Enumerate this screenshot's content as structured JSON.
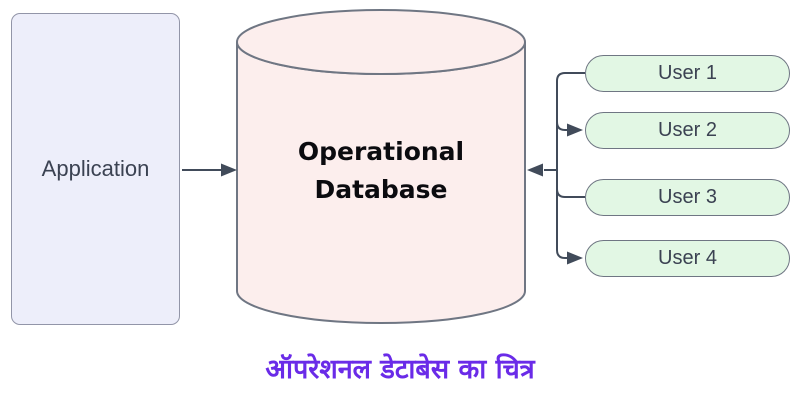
{
  "diagram": {
    "application": {
      "label": "Application"
    },
    "database": {
      "label": "Operational Database"
    },
    "users": [
      {
        "label": "User 1"
      },
      {
        "label": "User 2"
      },
      {
        "label": "User 3"
      },
      {
        "label": "User 4"
      }
    ],
    "caption": "ऑपरेशनल डेटाबेस का चित्र",
    "connections": [
      {
        "from": "Application",
        "to": "Operational Database",
        "arrow": "into-database"
      },
      {
        "from": "User 1",
        "to": "Operational Database",
        "arrow": "into-database"
      },
      {
        "from": "Operational Database",
        "to": "User 2",
        "arrow": "into-user"
      },
      {
        "from": "User 3",
        "to": "Operational Database",
        "arrow": "into-database"
      },
      {
        "from": "Operational Database",
        "to": "User 4",
        "arrow": "into-user"
      }
    ],
    "colors": {
      "application_fill": "#EDEEFA",
      "application_border": "#9295A8",
      "database_fill": "#FCEEED",
      "database_border": "#6F7683",
      "user_fill": "#E2F7E4",
      "user_border": "#6F7683",
      "connector": "#414B5A",
      "label_text": "#3B4252",
      "database_text": "#0B0B0F",
      "caption_color": "#6A2BE8",
      "background": "#FFFFFF"
    }
  }
}
